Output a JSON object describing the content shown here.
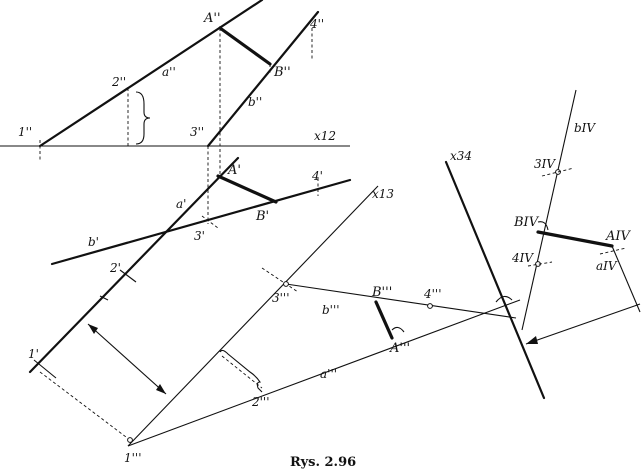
{
  "labels": {
    "A2": "A''",
    "B2": "B''",
    "a2": "a''",
    "b2": "b''",
    "n1_2": "1''",
    "n2_2": "2''",
    "n3_2": "3''",
    "n4_2": "4''",
    "x12": "x12",
    "A1": "A'",
    "B1": "B'",
    "a1": "a'",
    "b1": "b'",
    "n1_1": "1'",
    "n2_1": "2'",
    "n3_1": "3'",
    "n4_1": "4'",
    "x13": "x13",
    "A3": "A'''",
    "B3": "B'''",
    "a3": "a'''",
    "b3": "b'''",
    "n1_3": "1'''",
    "n2_3": "2'''",
    "n3_3": "3'''",
    "n4_3": "4'''",
    "x34": "x34",
    "A4": "AIV",
    "B4": "BIV",
    "a4": "aIV",
    "b4": "bIV",
    "n3_4": "3IV",
    "n4_4": "4IV"
  },
  "caption": "Rys. 2.96"
}
